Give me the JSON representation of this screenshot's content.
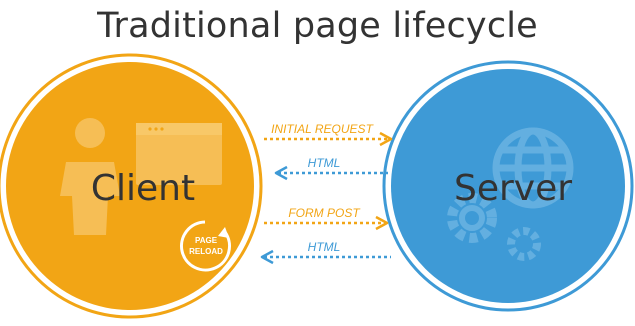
{
  "title": "Traditional page lifecycle",
  "client": {
    "label": "Client",
    "badge_line1": "PAGE",
    "badge_line2": "RELOAD",
    "color": "#F2A515"
  },
  "server": {
    "label": "Server",
    "color": "#3E9AD6"
  },
  "arrows": [
    {
      "label": "INITIAL REQUEST",
      "direction": "client-to-server",
      "color": "#F2A515"
    },
    {
      "label": "HTML",
      "direction": "server-to-client",
      "color": "#3E9AD6"
    },
    {
      "label": "FORM POST",
      "direction": "client-to-server",
      "color": "#F2A515"
    },
    {
      "label": "HTML",
      "direction": "server-to-client",
      "color": "#3E9AD6"
    }
  ]
}
